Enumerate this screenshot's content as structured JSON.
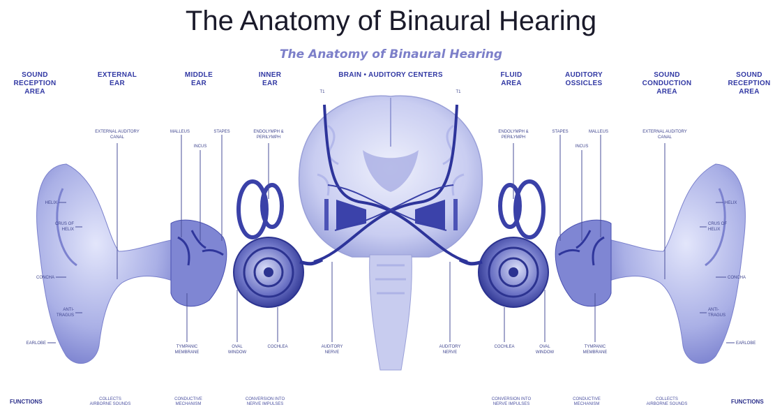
{
  "title": "The Anatomy of Binaural Hearing",
  "subtitle": "The Anatomy of Binaural Hearing",
  "headers": {
    "sound_reception_left": "SOUND\nRECEPTION\nAREA",
    "external_ear": "EXTERNAL\nEAR",
    "middle_ear": "MIDDLE\nEAR",
    "inner_ear": "INNER\nEAR",
    "brain": "BRAIN • AUDITORY CENTERS",
    "fluid_area": "FLUID\nAREA",
    "auditory_ossicles": "AUDITORY\nOSSICLES",
    "sound_conduction": "SOUND\nCONDUCTION\nAREA",
    "sound_reception_right": "SOUND\nRECEPTION\nAREA"
  },
  "labels_left": {
    "external_auditory_canal": "EXTERNAL AUDITORY\nCANAL",
    "malleus": "MALLEUS",
    "incus": "INCUS",
    "stapes": "STAPES",
    "endolymph": "ENDOLYMPH &\nPERILYMPH",
    "helix": "HELIX",
    "crus_of_helix": "CRUS OF\nHELIX",
    "concha": "CONCHA",
    "anti_tragus": "ANTI-\nTRAGUS",
    "earlobe": "EARLOBE",
    "tympanic_membrane": "TYMPANIC\nMEMBRANE",
    "oval_window": "OVAL\nWINDOW",
    "cochlea": "COCHLEA",
    "auditory_nerve": "AUDITORY\nNERVE"
  },
  "labels_right": {
    "external_auditory_canal": "EXTERNAL AUDITORY\nCANAL",
    "malleus": "MALLEUS",
    "incus": "INCUS",
    "stapes": "STAPES",
    "endolymph": "ENDOLYMPH &\nPERILYMPH",
    "helix": "HELIX",
    "crus_of_helix": "CRUS OF\nHELIX",
    "concha": "CONCHA",
    "anti_tragus": "ANTI-\nTRAGUS",
    "earlobe": "EARLOBE",
    "tympanic_membrane": "TYMPANIC\nMEMBRANE",
    "oval_window": "OVAL\nWINDOW",
    "cochlea": "COCHLEA",
    "auditory_nerve": "AUDITORY\nNERVE"
  },
  "brain_marks": {
    "left": "T1",
    "right": "T1"
  },
  "functions": {
    "heading_left": "FUNCTIONS",
    "heading_right": "FUNCTIONS",
    "collects_left": "COLLECTS\nAIRBORNE SOUNDS",
    "conductive_left": "CONDUCTIVE\nMECHANISM",
    "conversion_left": "CONVERSION INTO\nNERVE IMPULSES",
    "conversion_right": "CONVERSION INTO\nNERVE IMPULSES",
    "conductive_right": "CONDUCTIVE\nMECHANISM",
    "collects_right": "COLLECTS\nAIRBORNE SOUNDS"
  }
}
